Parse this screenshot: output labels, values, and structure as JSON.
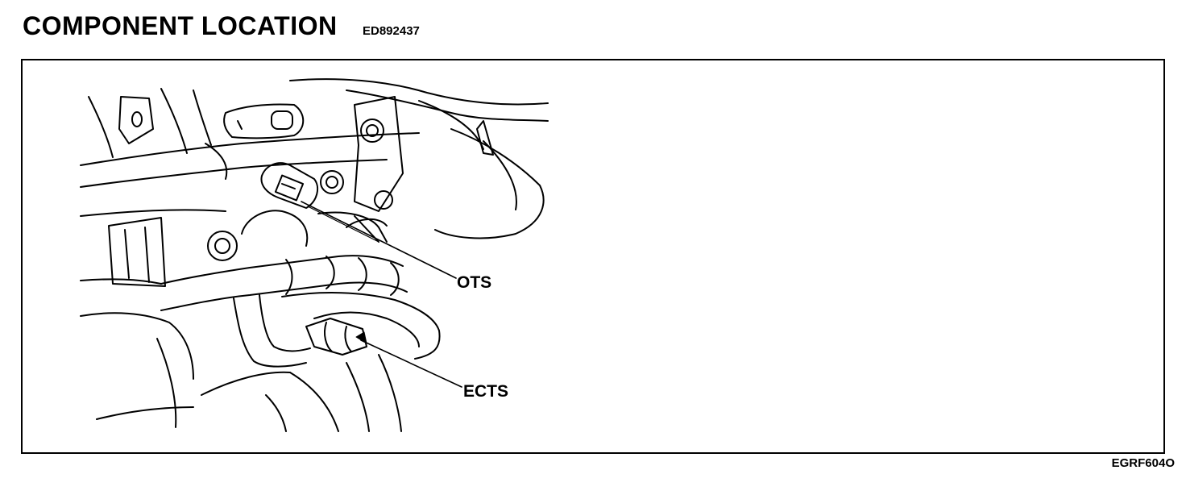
{
  "header": {
    "title": "COMPONENT LOCATION",
    "doc_code": "ED892437"
  },
  "figure": {
    "callouts": {
      "ots": "OTS",
      "ects": "ECTS"
    },
    "figure_code": "EGRF604O"
  }
}
